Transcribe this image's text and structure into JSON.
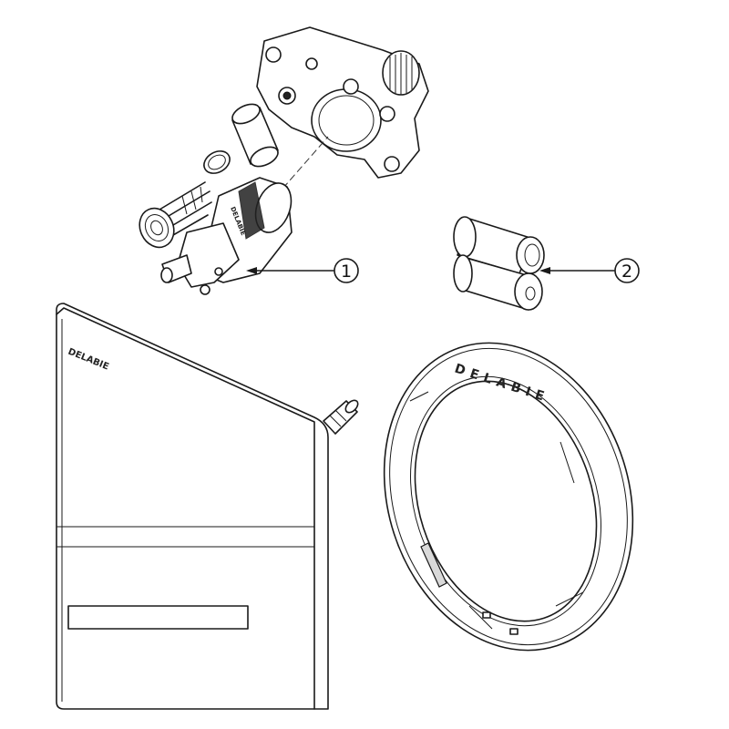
{
  "diagram": {
    "brand": "DELABIE",
    "callouts": [
      {
        "number": "1",
        "part": "cartridge"
      },
      {
        "number": "2",
        "part": "spacers"
      }
    ],
    "colors": {
      "line": "#1a1a1a",
      "background": "#ffffff"
    }
  }
}
